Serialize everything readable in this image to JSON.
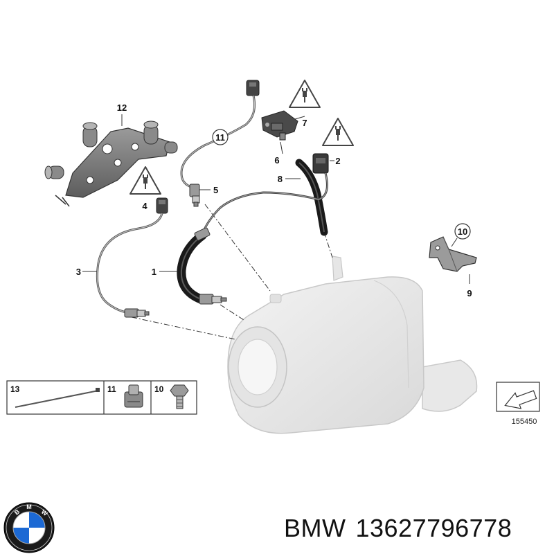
{
  "callouts": {
    "c1": "1",
    "c2": "2",
    "c3": "3",
    "c4": "4",
    "c5": "5",
    "c6": "6",
    "c7": "7",
    "c8": "8",
    "c9": "9",
    "c10": "10",
    "c11": "11",
    "c12": "12"
  },
  "inset": {
    "cell13": "13",
    "cell11": "11",
    "cell10": "10"
  },
  "reference_number": "155450",
  "caption": {
    "brand": "BMW",
    "part_number": "13627796778"
  },
  "logo": {
    "letters": [
      "B",
      "M",
      "W"
    ],
    "colors": {
      "blue": "#1c69d4",
      "white": "#ffffff",
      "ring": "#111111"
    }
  },
  "icons": [
    "warning-plug-icon",
    "bmw-logo",
    "arrow-direction-icon"
  ]
}
